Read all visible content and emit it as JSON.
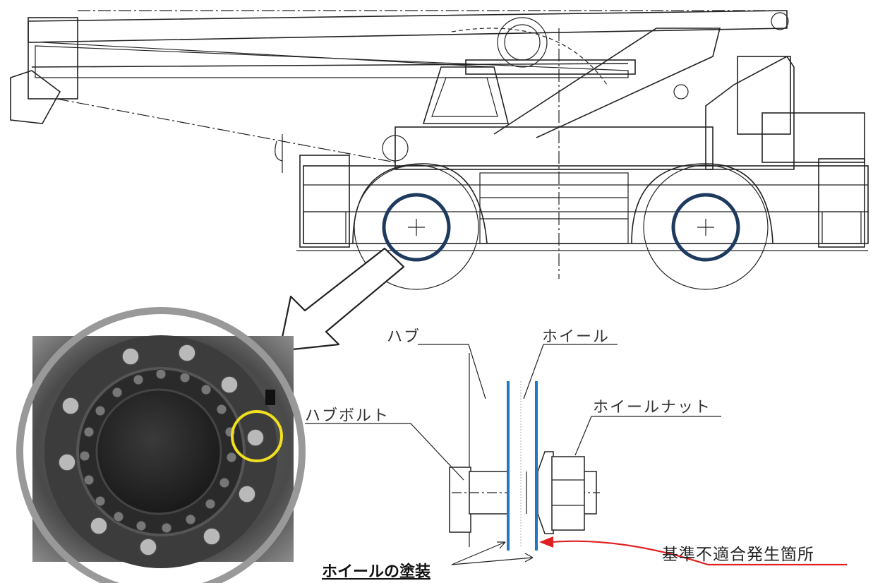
{
  "labels": {
    "hub": "ハブ",
    "wheel": "ホイール",
    "hub_bolt": "ハブボルト",
    "wheel_nut": "ホイールナット",
    "nonconformity_location": "基準不適合発生箇所",
    "wheel_paint": "ホイールの塗装"
  },
  "colors": {
    "wheel_highlight": "#1f3a5f",
    "paint_layer": "#1f78c8",
    "arrow_red": "#e02020",
    "bolt_circle": "#f0e020"
  }
}
